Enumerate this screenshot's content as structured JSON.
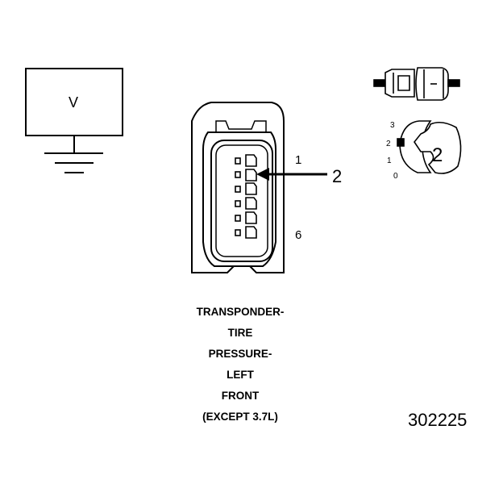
{
  "voltage_box": {
    "label": "V"
  },
  "connector": {
    "pin_first": "1",
    "pin_last": "6",
    "callout": "2"
  },
  "terminal_detail": {
    "scale_marks": [
      "3",
      "2",
      "1",
      "0"
    ],
    "callout": "2"
  },
  "caption": {
    "lines": [
      "TRANSPONDER-",
      "TIRE",
      "PRESSURE-",
      "LEFT",
      "FRONT",
      "(EXCEPT 3.7L)"
    ]
  },
  "figure_number": "302225"
}
